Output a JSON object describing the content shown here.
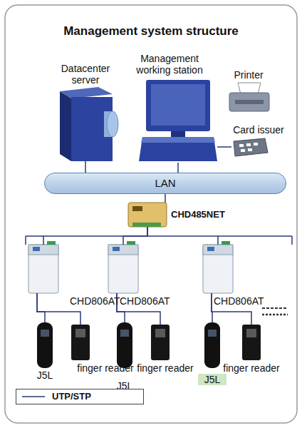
{
  "diagram": {
    "title": "Management system structure",
    "nodes": [
      {
        "text": [
          "Datacenter server"
        ]
      },
      {
        "text": [
          "Management working station"
        ]
      },
      {
        "text": [
          "Printer"
        ]
      },
      {
        "text": [
          "Card issuer"
        ]
      },
      {
        "text": [
          "LAN"
        ]
      },
      {
        "text": [
          "CHD485NET"
        ]
      },
      {
        "text": [
          "CHD806AT"
        ]
      },
      {
        "text": [
          "CHD806AT"
        ]
      },
      {
        "text": [
          "CHD806AT"
        ]
      },
      {
        "text": [
          "J5L"
        ]
      },
      {
        "text": [
          "finger reader"
        ]
      },
      {
        "text": [
          "J5L"
        ]
      },
      {
        "text": [
          "finger reader"
        ]
      },
      {
        "text": [
          "J5L"
        ]
      },
      {
        "text": [
          "finger reader"
        ]
      }
    ],
    "edges": [
      {
        "from": 0,
        "to": 4,
        "arrow": "none"
      },
      {
        "from": 1,
        "to": 4,
        "arrow": "none"
      },
      {
        "from": 1,
        "to": 3,
        "arrow": "none"
      },
      {
        "from": 4,
        "to": 5,
        "arrow": "none"
      },
      {
        "from": 5,
        "to": 6,
        "arrow": "none"
      },
      {
        "from": 5,
        "to": 7,
        "arrow": "none"
      },
      {
        "from": 5,
        "to": 8,
        "arrow": "none"
      },
      {
        "from": 6,
        "to": 9,
        "arrow": "none"
      },
      {
        "from": 6,
        "to": 10,
        "arrow": "none"
      },
      {
        "from": 7,
        "to": 11,
        "arrow": "none"
      },
      {
        "from": 7,
        "to": 12,
        "arrow": "none"
      },
      {
        "from": 8,
        "to": 13,
        "arrow": "none"
      },
      {
        "from": 8,
        "to": 14,
        "arrow": "none"
      }
    ],
    "legend": [
      {
        "text": "UTP/STP"
      }
    ]
  }
}
